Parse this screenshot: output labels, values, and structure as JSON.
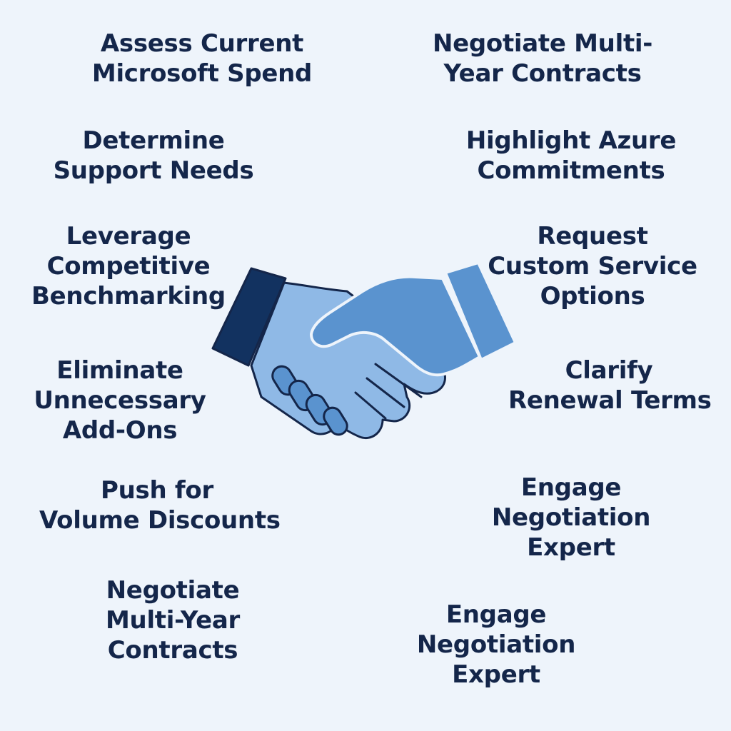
{
  "colors": {
    "background": "#eef4fb",
    "text": "#14264a",
    "sleeve_dark": "#123260",
    "sleeve_light": "#5a93cf",
    "hand_light": "#8fb9e6",
    "hand_mid": "#5a93cf",
    "outline": "#14264a"
  },
  "illustration": {
    "icon": "handshake-icon"
  },
  "items": [
    {
      "lines": [
        "Assess Current",
        "Microsoft Spend"
      ]
    },
    {
      "lines": [
        "Negotiate Multi-",
        "Year Contracts"
      ]
    },
    {
      "lines": [
        "Determine",
        "Support Needs"
      ]
    },
    {
      "lines": [
        "Highlight Azure",
        "Commitments"
      ]
    },
    {
      "lines": [
        "Leverage",
        "Competitive",
        "Benchmarking"
      ]
    },
    {
      "lines": [
        "Request",
        "Custom Service",
        "Options"
      ]
    },
    {
      "lines": [
        "Eliminate",
        "Unnecessary",
        "Add-Ons"
      ]
    },
    {
      "lines": [
        "Clarify",
        "Renewal Terms"
      ]
    },
    {
      "lines": [
        "Push for",
        "Volume Discounts"
      ]
    },
    {
      "lines": [
        "Engage",
        "Negotiation",
        "Expert"
      ]
    },
    {
      "lines": [
        "Negotiate",
        "Multi-Year",
        "Contracts"
      ]
    },
    {
      "lines": [
        "Engage",
        "Negotiation",
        "Expert"
      ]
    }
  ]
}
